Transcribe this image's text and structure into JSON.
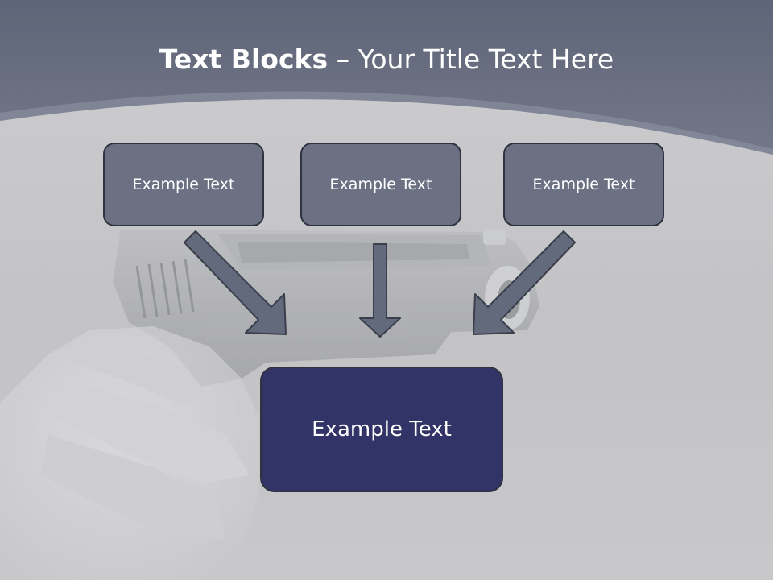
{
  "slide": {
    "title_bold": "Text Blocks",
    "title_dash": " – ",
    "title_rest": "Your Title Text Here"
  },
  "blocks": {
    "top": [
      {
        "label": "Example Text"
      },
      {
        "label": "Example Text"
      },
      {
        "label": "Example Text"
      }
    ],
    "target": {
      "label": "Example Text"
    }
  },
  "colors": {
    "header": "#6b7184",
    "top_box_fill": "#6b7183",
    "target_box_fill": "#323366",
    "arrow_fill": "#636a7c",
    "outline": "#2f3340"
  }
}
